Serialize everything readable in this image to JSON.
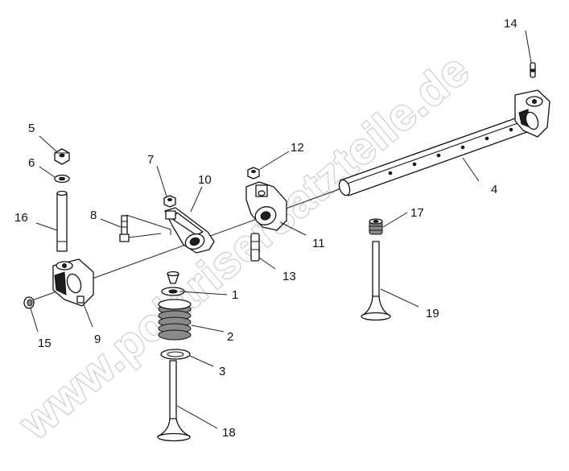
{
  "watermark": "www.polarisersatzteile.de",
  "callouts": [
    "1",
    "2",
    "3",
    "4",
    "5",
    "6",
    "7",
    "8",
    "9",
    "10",
    "11",
    "12",
    "13",
    "14",
    "15",
    "16",
    "17",
    "18",
    "19"
  ]
}
